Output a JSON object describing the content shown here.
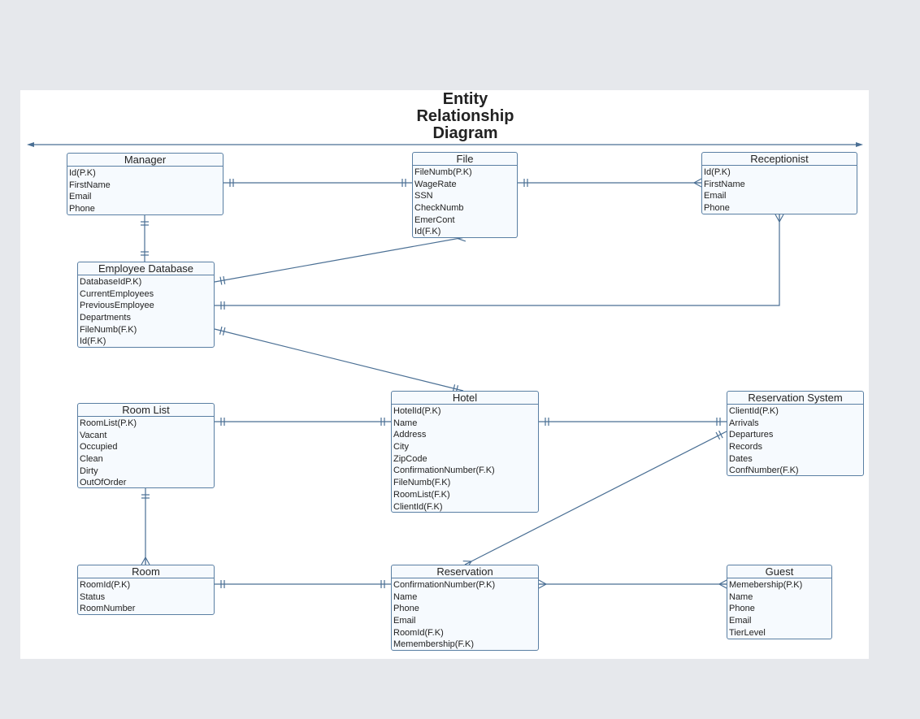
{
  "title": "Entity\nRelationship\nDiagram",
  "colors": {
    "line": "#4a6f94",
    "box_border": "#5a7fa3",
    "box_fill": "#f6fafe",
    "page_bg": "#e6e8ec"
  },
  "entities": {
    "manager": {
      "name": "Manager",
      "fields": [
        "Id(P.K)",
        "FirstName",
        "Email",
        "Phone"
      ]
    },
    "file": {
      "name": "File",
      "fields": [
        "FileNumb(P.K)",
        "WageRate",
        "SSN",
        "CheckNumb",
        "EmerCont",
        "Id(F.K)"
      ]
    },
    "receptionist": {
      "name": "Receptionist",
      "fields": [
        "Id(P.K)",
        "FirstName",
        "Email",
        "Phone"
      ]
    },
    "employee_database": {
      "name": "Employee Database",
      "fields": [
        "DatabaseIdP.K)",
        "CurrentEmployees",
        "PreviousEmployee",
        "Departments",
        "FileNumb(F.K)",
        "Id(F.K)"
      ]
    },
    "room_list": {
      "name": "Room List",
      "fields": [
        "RoomList(P.K)",
        "Vacant",
        "Occupied",
        "Clean",
        "Dirty",
        "OutOfOrder"
      ]
    },
    "hotel": {
      "name": "Hotel",
      "fields": [
        "HotelId(P.K)",
        "Name",
        "Address",
        "City",
        "ZipCode",
        "ConfirmationNumber(F.K)",
        "FileNumb(F.K)",
        "RoomList(F.K)",
        "ClientId(F.K)"
      ]
    },
    "reservation_system": {
      "name": "Reservation System",
      "fields": [
        "ClientId(P.K)",
        "Arrivals",
        "Departures",
        "Records",
        "Dates",
        "ConfNumber(F.K)"
      ]
    },
    "room": {
      "name": "Room",
      "fields": [
        "RoomId(P.K)",
        "Status",
        "RoomNumber"
      ]
    },
    "reservation": {
      "name": "Reservation",
      "fields": [
        "ConfirmationNumber(P.K)",
        "Name",
        "Phone",
        "Email",
        "RoomId(F.K)",
        "Memembership(F.K)"
      ]
    },
    "guest": {
      "name": "Guest",
      "fields": [
        "Memebership(P.K)",
        "Name",
        "Phone",
        "Email",
        "TierLevel"
      ]
    }
  }
}
